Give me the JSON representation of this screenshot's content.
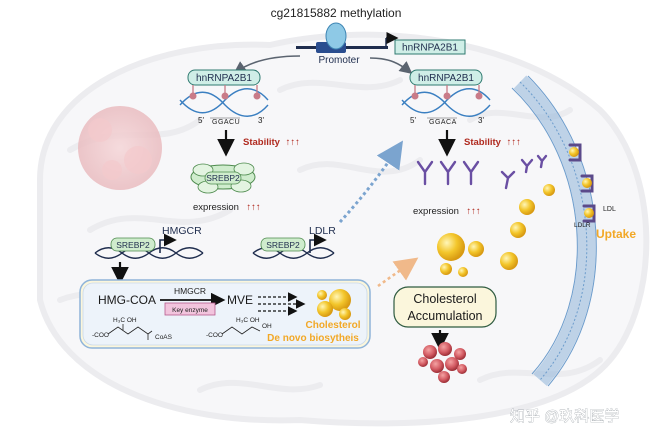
{
  "title": "cg21815882 methylation",
  "promoter": {
    "label": "Promoter",
    "gene": "hnRNPA2B1"
  },
  "left_rna": {
    "protein": "hnRNPA2B1",
    "five": "5'",
    "three": "3'",
    "sequence": "GGACU",
    "stability": "Stability",
    "stability_arrows": "↑↑↑",
    "srebp2": "SREBP2",
    "expression": "expression",
    "expression_arrows": "↑↑↑"
  },
  "right_rna": {
    "protein": "hnRNPA2B1",
    "five": "5'",
    "three": "3'",
    "sequence": "GGACA",
    "stability": "Stability",
    "stability_arrows": "↑↑↑",
    "expression": "expression",
    "expression_arrows": "↑↑↑"
  },
  "genes": {
    "hmgcr_tf": "SREBP2",
    "hmgcr": "HMGCR",
    "ldlr_tf": "SREBP2",
    "ldlr": "LDLR"
  },
  "pathway": {
    "substrate": "HMG-COA",
    "enzyme": "HMGCR",
    "key_enzyme": "Key enzyme",
    "product": "MVE",
    "substrate_chem_1": "H₃C  OH",
    "substrate_chem_2": "-COO",
    "substrate_chem_3": "CoAS",
    "product_chem_1": "H₃C  OH",
    "product_chem_2": "-COO",
    "product_chem_3": "OH",
    "cholesterol": "Cholesterol",
    "de_novo": "De novo biosytheis"
  },
  "uptake": {
    "ldl": "LDL",
    "ldlr": "LDLR",
    "label": "Uptake"
  },
  "accumulation": {
    "line1": "Cholesterol",
    "line2": "Accumulation"
  },
  "watermark": "知乎 @玖科医学",
  "colors": {
    "navy": "#1f2d4e",
    "blue_strand": "#3a7fc1",
    "teal_box": "#cfeee7",
    "teal_border": "#2f7a70",
    "green_bubble": "#cfeccd",
    "green_border": "#4d8a4d",
    "red_text": "#b02a1f",
    "orange_text": "#f2a826",
    "pink_box": "#f2c4dd",
    "cream_box": "#fbf6dc",
    "membrane": "#8fb4d9",
    "receptor": "#5b4a8a",
    "gold": "#f2c12e"
  }
}
